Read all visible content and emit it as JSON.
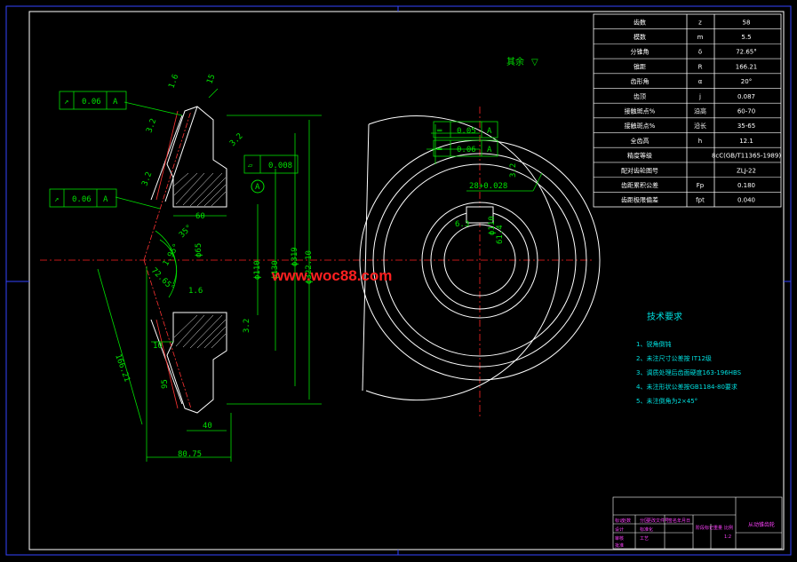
{
  "watermark": "www.woc88.com",
  "roughness_rest": "其余",
  "params": [
    {
      "name": "齿数",
      "sym": "z",
      "val": "58"
    },
    {
      "name": "模数",
      "sym": "m",
      "val": "5.5"
    },
    {
      "name": "分锥角",
      "sym": "δ",
      "val": "72.65°"
    },
    {
      "name": "锥距",
      "sym": "R",
      "val": "166.21"
    },
    {
      "name": "齿形角",
      "sym": "α",
      "val": "20°"
    },
    {
      "name": "齿顶",
      "sym": "j",
      "val": "0.087"
    },
    {
      "name": "接触斑点%",
      "sym": "沿高",
      "val": "60-70"
    },
    {
      "name": "接触斑点%",
      "sym": "沿长",
      "val": "35-65"
    },
    {
      "name": "全齿高",
      "sym": "h",
      "val": "12.1"
    },
    {
      "name": "精度等级",
      "sym": "",
      "val": "8cC(GB/T11365-1989)"
    },
    {
      "name": "配对齿轮图号",
      "sym": "",
      "val": "ZLJ-22"
    },
    {
      "name": "齿距累积公差",
      "sym": "Fp",
      "val": "0.180"
    },
    {
      "name": "齿距极限偏差",
      "sym": "fpt",
      "val": "0.040"
    }
  ],
  "requirements": {
    "title": "技术要求",
    "items": [
      "1、锐角倒钝",
      "2、未注尺寸公差按 IT12级",
      "3、调质处理后齿面硬度163-196HBS",
      "4、未注形状公差按GB1184-80要求",
      "5、未注倒角为2×45°"
    ]
  },
  "tolerances": {
    "fcf_left_top": {
      "sym": "↗",
      "val": "0.06",
      "ref": "A"
    },
    "fcf_left_mid": {
      "sym": "↗",
      "val": "0.06",
      "ref": "A"
    },
    "fcf_flat": {
      "sym": "▱",
      "val": "0.008"
    },
    "fcf_right_1": {
      "sym": "═",
      "val": "0.05",
      "ref": "A"
    },
    "fcf_right_2": {
      "sym": "═",
      "val": "0.06",
      "ref": "A"
    }
  },
  "dims": {
    "d1": "1.6",
    "d2": "15",
    "d3": "3.2",
    "d4": "3.2",
    "d5": "3.2",
    "d6": "60",
    "d7": "ϕ110",
    "d8": "ϕ130",
    "d9": "ϕ319",
    "d10": "ϕ322.10",
    "d11": "1.6",
    "d12": "3.2",
    "d13": "10",
    "d14": "166.21",
    "d15": "40",
    "d16": "95",
    "d17": "80.75",
    "d18": "72.65°",
    "d19": "35°",
    "d20": "1.95°",
    "d21": "ϕ65",
    "d22": "3.2",
    "d23": "28+0.028",
    "d24": "6.3",
    "d25": "61.4",
    "d26": "ϕ110",
    "d27": "A"
  },
  "title_block": {
    "name": "从动锥齿轮",
    "cells": [
      "标记",
      "处数",
      "分区",
      "更改文件号",
      "签名",
      "年月日",
      "设计",
      "标准化",
      "审核",
      "工艺",
      "批准",
      "阶段标记",
      "重量",
      "比例",
      "1:2"
    ]
  }
}
